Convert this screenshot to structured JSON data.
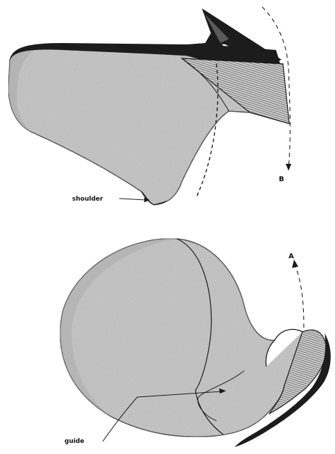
{
  "labels": {
    "shoulder": "shoulder",
    "guide": "guide",
    "a": "A",
    "b": "B"
  },
  "colors": {
    "body_fill": "#c2c2c2",
    "body_shadow": "#a9a9a9",
    "outline": "#1a1a1a",
    "dark_band": "#1c1c1c",
    "hatch_bg": "#8f8f8f",
    "hatch_line": "#ffffff"
  }
}
